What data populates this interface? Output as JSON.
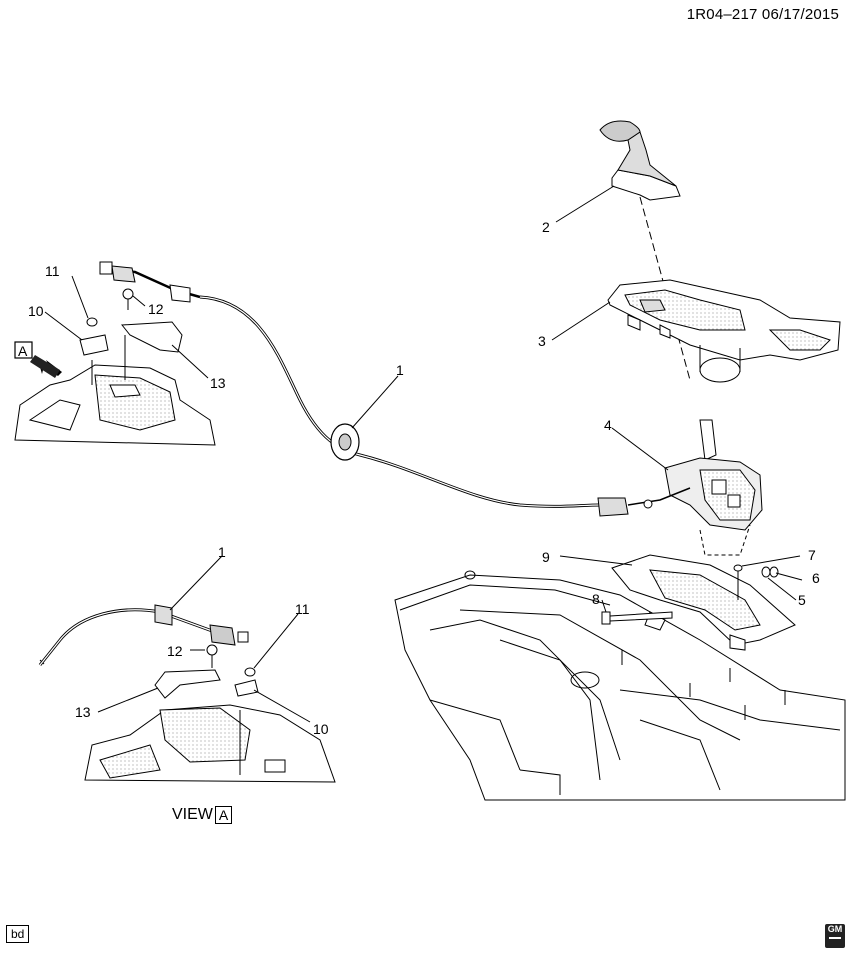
{
  "header": {
    "code_date": "1R04–217  06/17/2015"
  },
  "view_label": {
    "text": "VIEW",
    "box_letter": "A"
  },
  "view_arrow_letter": "A",
  "footer": {
    "code": "bd",
    "logo_text": "GM"
  },
  "callouts": {
    "c1": "1",
    "c2": "2",
    "c3": "3",
    "c4": "4",
    "c5": "5",
    "c6": "6",
    "c7": "7",
    "c8": "8",
    "c9": "9",
    "c10a": "10",
    "c11a": "11",
    "c12a": "12",
    "c13a": "13",
    "c1b": "1",
    "c10b": "10",
    "c11b": "11",
    "c12b": "12",
    "c13b": "13"
  }
}
